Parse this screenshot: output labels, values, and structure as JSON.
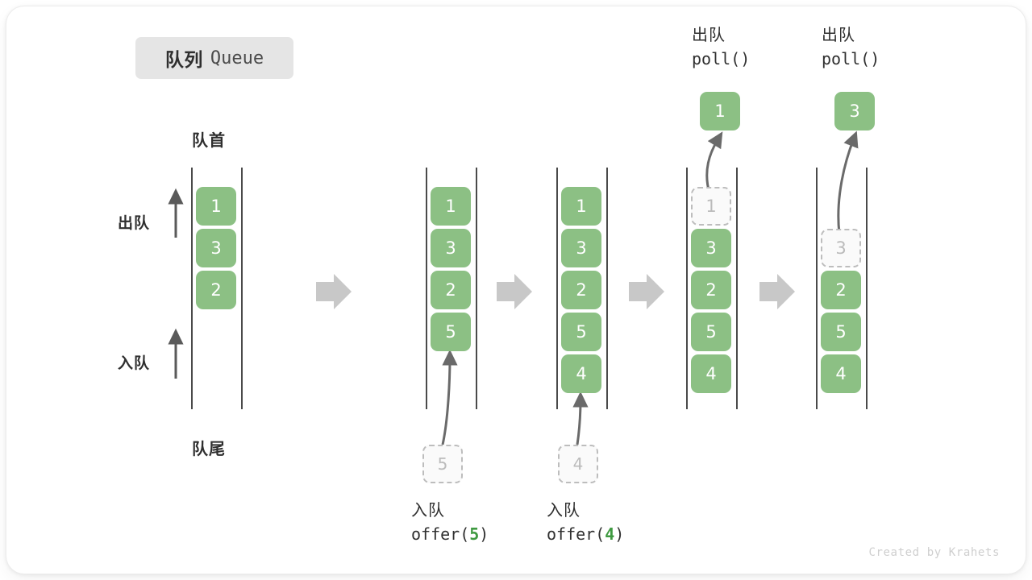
{
  "title": {
    "cn": "队列",
    "en": "Queue"
  },
  "labels": {
    "head": "队首",
    "tail": "队尾",
    "dequeue_side": "出队",
    "enqueue_side": "入队"
  },
  "colors": {
    "cell_fill": "#8cc084",
    "cell_text": "#ffffff",
    "ghost_border": "#bdbdbd",
    "ghost_text": "#bbbbbb",
    "rail": "#4a4a4a",
    "step_arrow": "#c8c8c8",
    "accent_code": "#3f9a41",
    "chip_bg": "#e5e5e5",
    "text": "#2f2f2f"
  },
  "stages": [
    {
      "name": "initial",
      "cells": [
        {
          "value": "1",
          "ghost": false
        },
        {
          "value": "3",
          "ghost": false
        },
        {
          "value": "2",
          "ghost": false
        }
      ]
    },
    {
      "name": "after-offer-5",
      "cells": [
        {
          "value": "1",
          "ghost": false
        },
        {
          "value": "3",
          "ghost": false
        },
        {
          "value": "2",
          "ghost": false
        },
        {
          "value": "5",
          "ghost": false
        }
      ]
    },
    {
      "name": "after-offer-4",
      "cells": [
        {
          "value": "1",
          "ghost": false
        },
        {
          "value": "3",
          "ghost": false
        },
        {
          "value": "2",
          "ghost": false
        },
        {
          "value": "5",
          "ghost": false
        },
        {
          "value": "4",
          "ghost": false
        }
      ]
    },
    {
      "name": "after-poll-1",
      "cells": [
        {
          "value": "1",
          "ghost": true
        },
        {
          "value": "3",
          "ghost": false
        },
        {
          "value": "2",
          "ghost": false
        },
        {
          "value": "5",
          "ghost": false
        },
        {
          "value": "4",
          "ghost": false
        }
      ]
    },
    {
      "name": "after-poll-3",
      "cells": [
        {
          "value": "",
          "ghost": null
        },
        {
          "value": "3",
          "ghost": true
        },
        {
          "value": "2",
          "ghost": false
        },
        {
          "value": "5",
          "ghost": false
        },
        {
          "value": "4",
          "ghost": false
        }
      ]
    }
  ],
  "operations": {
    "offer_5": {
      "cn": "入队",
      "code_prefix": "offer(",
      "arg": "5",
      "code_suffix": ")",
      "ghost_value": "5"
    },
    "offer_4": {
      "cn": "入队",
      "code_prefix": "offer(",
      "arg": "4",
      "code_suffix": ")",
      "ghost_value": "4"
    },
    "poll_1": {
      "cn": "出队",
      "code": "poll()",
      "popped_value": "1"
    },
    "poll_3": {
      "cn": "出队",
      "code": "poll()",
      "popped_value": "3"
    }
  },
  "step_arrows": [
    {
      "name": "step-arrow-1"
    },
    {
      "name": "step-arrow-2"
    },
    {
      "name": "step-arrow-3"
    },
    {
      "name": "step-arrow-4"
    }
  ],
  "credit": "Created by Krahets"
}
